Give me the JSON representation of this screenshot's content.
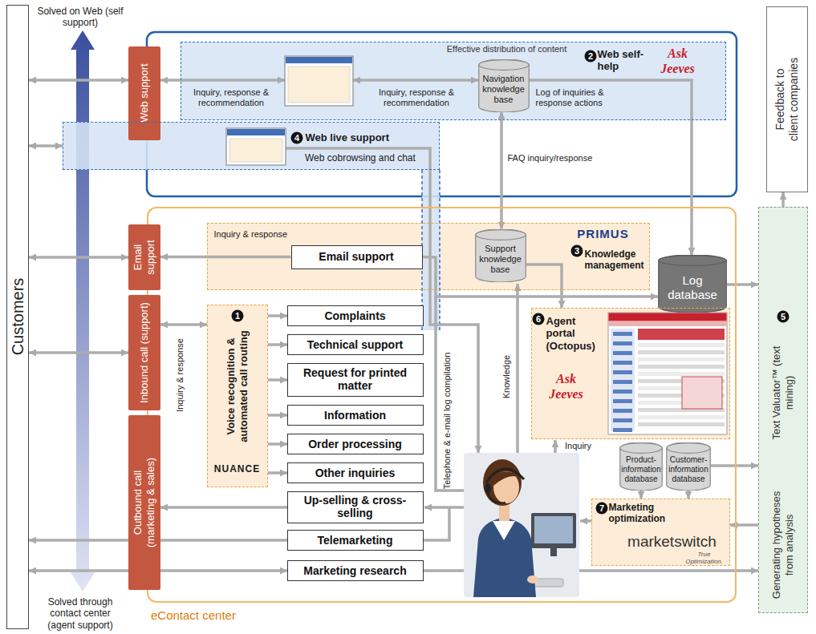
{
  "diagram": {
    "nodes": [
      {
        "text": [
          "Customers"
        ]
      },
      {
        "text": [
          "Feedback to client companies"
        ]
      },
      {
        "text": [
          "Web support"
        ]
      },
      {
        "text": [
          "Effective distribution of content",
          "Web self-help",
          "Ask Jeeves"
        ]
      },
      {
        "text": [
          "Navigation knowledge base"
        ],
        "in": 3
      },
      {
        "text": [
          "Web live support",
          "Web cobrowsing and chat"
        ]
      },
      {
        "text": [
          "eContact center"
        ]
      },
      {
        "text": [
          "Email support"
        ]
      },
      {
        "text": [
          "Inbound call (support)"
        ]
      },
      {
        "text": [
          "Outbound call (marketing & sales)"
        ]
      },
      {
        "text": [
          "Inquiry & response",
          "PRIMUS",
          "Knowledge management"
        ],
        "in": 6
      },
      {
        "text": [
          "Email support"
        ],
        "in": 10
      },
      {
        "text": [
          "Support knowledge base"
        ],
        "in": 10
      },
      {
        "text": [
          "Log database"
        ],
        "in": 6
      },
      {
        "text": [
          "Voice recognition & automated call routing",
          "NUANCE"
        ],
        "in": 6
      },
      {
        "text": [
          "Complaints"
        ],
        "in": 6
      },
      {
        "text": [
          "Technical support"
        ],
        "in": 6
      },
      {
        "text": [
          "Request for printed matter"
        ],
        "in": 6
      },
      {
        "text": [
          "Information"
        ],
        "in": 6
      },
      {
        "text": [
          "Order processing"
        ],
        "in": 6
      },
      {
        "text": [
          "Other inquiries"
        ],
        "in": 6
      },
      {
        "text": [
          "Up-selling & cross-selling"
        ],
        "in": 6
      },
      {
        "text": [
          "Telemarketing"
        ],
        "in": 6
      },
      {
        "text": [
          "Marketing research"
        ],
        "in": 6
      },
      {
        "text": [
          "Agent portal (Octopus)",
          "Ask Jeeves"
        ],
        "in": 6
      },
      {
        "text": [
          "Product-information database"
        ],
        "in": 6
      },
      {
        "text": [
          "Customer-information database"
        ],
        "in": 6
      },
      {
        "text": [
          "Marketing optimization",
          "marketswitch",
          "True Optimization."
        ],
        "in": 6
      },
      {
        "text": [
          "Text Valuator™ (text mining)",
          "Generating hypotheses from analysis"
        ]
      }
    ],
    "edges": [
      {
        "from": 0,
        "to": 2,
        "arrow": "both"
      },
      {
        "from": 0,
        "to": 5,
        "arrow": "both"
      },
      {
        "from": 0,
        "to": 7,
        "arrow": "both"
      },
      {
        "from": 0,
        "to": 8,
        "arrow": "both"
      },
      {
        "from": 22,
        "to": 0,
        "arrow": "to"
      },
      {
        "from": 0,
        "to": 23,
        "arrow": "both"
      },
      {
        "from": 4,
        "to": 12,
        "label": "FAQ inquiry/response",
        "arrow": "both"
      },
      {
        "from": 4,
        "to": 13,
        "label": "Log of inquiries & response actions",
        "arrow": "to"
      },
      {
        "from": 11,
        "to": 7,
        "arrow": "to"
      },
      {
        "from": 8,
        "to": 14,
        "label": "Inquiry & response",
        "arrow": "both"
      },
      {
        "from": 14,
        "to": 15,
        "arrow": "to"
      },
      {
        "from": 14,
        "to": 16,
        "arrow": "to"
      },
      {
        "from": 14,
        "to": 17,
        "arrow": "to"
      },
      {
        "from": 14,
        "to": 18,
        "arrow": "to"
      },
      {
        "from": 14,
        "to": 19,
        "arrow": "to"
      },
      {
        "from": 14,
        "to": 20,
        "arrow": "to"
      },
      {
        "from": 21,
        "to": 9,
        "arrow": "to"
      },
      {
        "from": 23,
        "to": 28,
        "arrow": "to"
      },
      {
        "from": 12,
        "to": 24,
        "arrow": "to"
      },
      {
        "from": 13,
        "to": 28,
        "arrow": "to"
      },
      {
        "from": 28,
        "to": 1,
        "arrow": "to"
      },
      {
        "from": 28,
        "to": 27,
        "arrow": "to"
      },
      {
        "from": 25,
        "to": 27,
        "arrow": "to"
      },
      {
        "from": 26,
        "to": 27,
        "arrow": "to"
      },
      {
        "from": 26,
        "to": 28,
        "arrow": "to"
      },
      {
        "from": 11,
        "to": 13,
        "arrow": "to"
      }
    ],
    "labels": [
      "Solved on Web (self support)",
      "Solved through contact center (agent support)",
      "Inquiry, response & recommendation",
      "Inquiry, response & recommendation",
      "Telephone & e-mail log compilation",
      "Knowledge",
      "Inquiry",
      "1",
      "2",
      "3",
      "4",
      "5",
      "6",
      "7"
    ]
  }
}
